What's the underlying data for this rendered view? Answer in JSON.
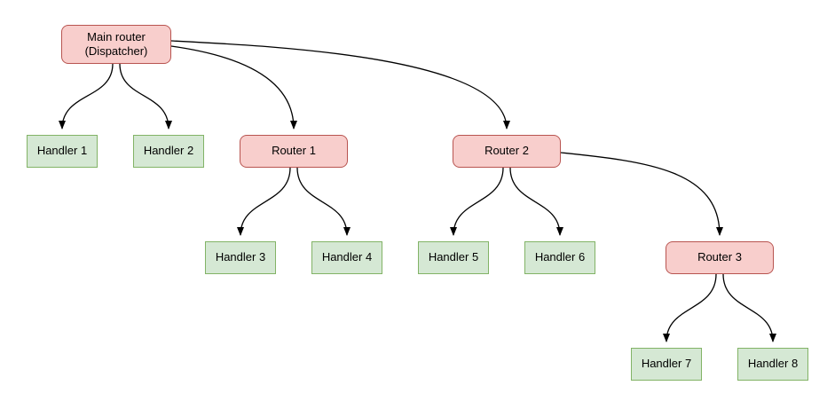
{
  "diagram": {
    "type": "flow-tree",
    "nodes": {
      "main": {
        "line1": "Main router",
        "line2": "(Dispatcher)",
        "kind": "router"
      },
      "handler1": {
        "label": "Handler 1",
        "kind": "handler"
      },
      "handler2": {
        "label": "Handler 2",
        "kind": "handler"
      },
      "router1": {
        "label": "Router 1",
        "kind": "router"
      },
      "router2": {
        "label": "Router 2",
        "kind": "router"
      },
      "handler3": {
        "label": "Handler 3",
        "kind": "handler"
      },
      "handler4": {
        "label": "Handler 4",
        "kind": "handler"
      },
      "handler5": {
        "label": "Handler 5",
        "kind": "handler"
      },
      "handler6": {
        "label": "Handler 6",
        "kind": "handler"
      },
      "router3": {
        "label": "Router 3",
        "kind": "router"
      },
      "handler7": {
        "label": "Handler 7",
        "kind": "handler"
      },
      "handler8": {
        "label": "Handler 8",
        "kind": "handler"
      }
    },
    "edges": [
      {
        "from": "main",
        "to": "handler1"
      },
      {
        "from": "main",
        "to": "handler2"
      },
      {
        "from": "main",
        "to": "router1"
      },
      {
        "from": "main",
        "to": "router2"
      },
      {
        "from": "router1",
        "to": "handler3"
      },
      {
        "from": "router1",
        "to": "handler4"
      },
      {
        "from": "router2",
        "to": "handler5"
      },
      {
        "from": "router2",
        "to": "handler6"
      },
      {
        "from": "router2",
        "to": "router3"
      },
      {
        "from": "router3",
        "to": "handler7"
      },
      {
        "from": "router3",
        "to": "handler8"
      }
    ]
  },
  "colors": {
    "background": "#ffffff",
    "router_fill": "#f8cecc",
    "router_stroke": "#b85450",
    "handler_fill": "#d5e8d4",
    "handler_stroke": "#82b366",
    "edge": "#000000"
  }
}
